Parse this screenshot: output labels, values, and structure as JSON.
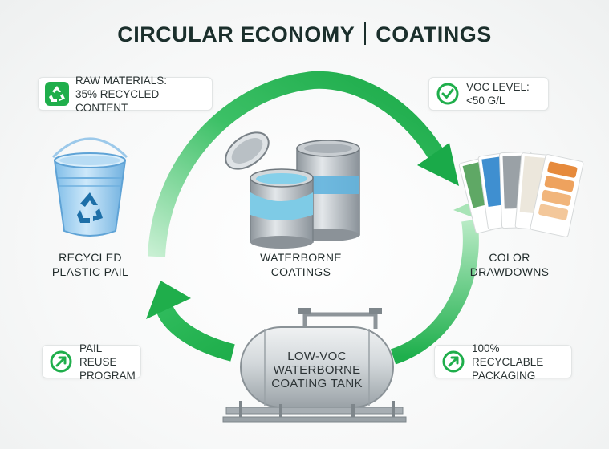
{
  "title": {
    "left": "CIRCULAR ECONOMY",
    "right": "COATINGS"
  },
  "badges": {
    "raw_materials": {
      "line1": "RAW MATERIALS:",
      "line2": "35% RECYCLED CONTENT",
      "icon": "recycle-icon"
    },
    "voc_level": {
      "line1": "VOC LEVEL:",
      "line2": "<50 g/L",
      "icon": "check-circle-icon"
    },
    "pail_reuse": {
      "line1": "PAIL REUSE",
      "line2": "PROGRAM",
      "icon": "arrow-up-right-icon"
    },
    "recyclable": {
      "line1": "100% RECYCLABLE",
      "line2": "PACKAGING",
      "icon": "arrow-up-right-icon"
    }
  },
  "nodes": {
    "pail": {
      "line1": "RECYCLED",
      "line2": "PLASTIC PAIL"
    },
    "coatings": {
      "line1": "WATERBORNE",
      "line2": "COATINGS"
    },
    "drawdowns": {
      "line1": "COLOR",
      "line2": "DRAWDOWNS"
    },
    "tank": {
      "line1": "LOW-VOC",
      "line2": "WATERBORNE",
      "line3": "COATING TANK"
    }
  },
  "colors": {
    "accent_green": "#1fae4b",
    "light_green": "#a9e6b8",
    "pail_blue": "#8fc8ef",
    "paint_blue": "#7ecbe6",
    "tank_grey": "#c9cfd2"
  }
}
